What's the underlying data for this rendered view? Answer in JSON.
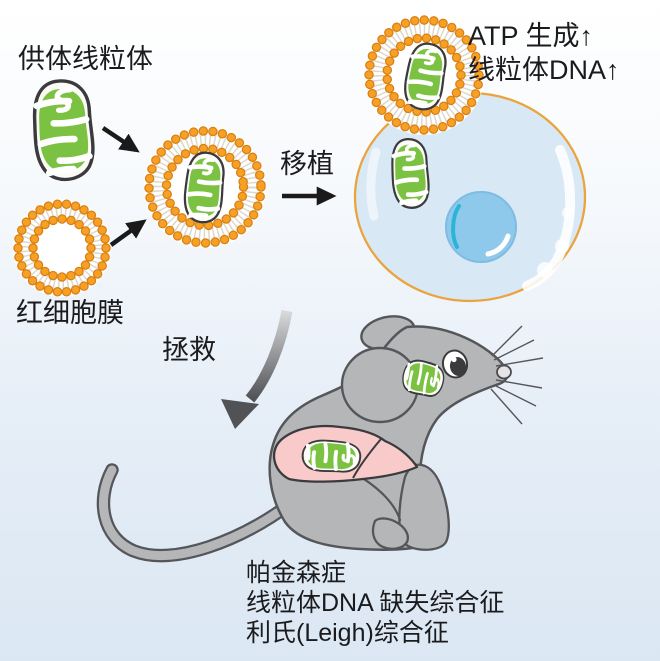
{
  "figure": {
    "labels": {
      "donor_mitochondria": "供体线粒体",
      "rbc_membrane": "红细胞膜",
      "transplant": "移植",
      "rescue": "拯救"
    },
    "cell_outcomes": {
      "line1": "ATP 生成↑",
      "line2": "线粒体DNA↑"
    },
    "diseases": {
      "line1": "帕金森症",
      "line2": "线粒体DNA 缺失综合征",
      "line3": "利氏(Leigh)综合征"
    },
    "colors": {
      "mitochondrion_green": "#7cc242",
      "membrane_bead_orange": "#f6a125",
      "membrane_bead_dark": "#da7f12",
      "cell_fill": "#d9e8f5",
      "cell_outline": "#e9a43e",
      "nucleus_blue": "#8ec9eb",
      "nucleus_accent_cyan": "#2ab5d8",
      "mouse_gray": "#b5b6b8",
      "outline_gray": "#55565a",
      "liver_pink": "#f9caca",
      "arrow_black": "#1a1a1a",
      "background_bottom": "#dbe7f3",
      "text": "#1b1b1d"
    }
  }
}
